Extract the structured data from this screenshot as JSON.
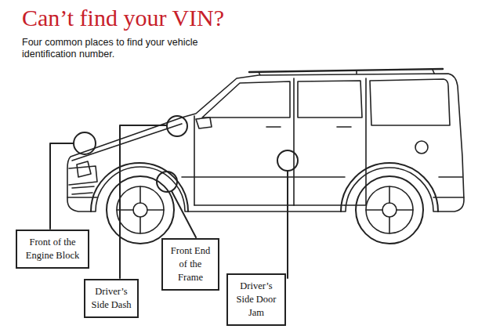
{
  "diagram": {
    "title": "Can’t find your VIN?",
    "nodes": [
      {
        "text": [
          "Front of the Engine Block"
        ]
      },
      {
        "text": [
          "Driver’s Side Dash"
        ]
      },
      {
        "text": [
          "Front End of the Frame"
        ]
      },
      {
        "text": [
          "Driver’s Side Door Jam"
        ]
      }
    ],
    "labels": [
      "Four common places to find your vehicle identification number."
    ]
  }
}
